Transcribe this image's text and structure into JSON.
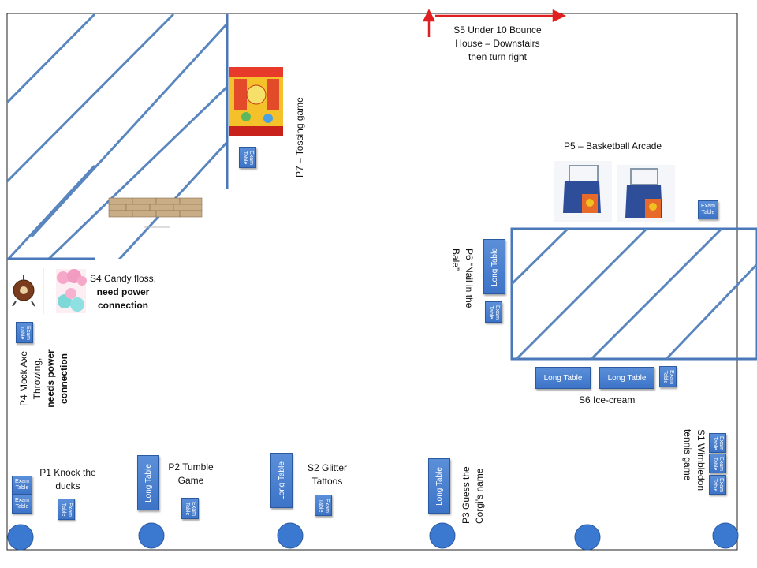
{
  "colors": {
    "wall": "#4a78b8",
    "hatch": "#5a86c0",
    "table": "#4a80d0",
    "pillar": "#3b78d0",
    "arrow": "#e02020",
    "border": "#222222"
  },
  "stalls": {
    "s5": {
      "line1": "S5 Under 10 Bounce",
      "line2": "House – Downstairs",
      "line3": "then turn right"
    },
    "p7": {
      "label": "P7 – Tossing game"
    },
    "p5": {
      "label": "P5 – Basketball Arcade"
    },
    "s4": {
      "line1": "S4 Candy floss,",
      "line2": "need power",
      "line3": "connection"
    },
    "p6": {
      "line1": "P6 “Nail in the",
      "line2": "Bale”"
    },
    "p4": {
      "line1": "P4 Mock Axe",
      "line2": "Throwing,",
      "line3": "needs power",
      "line4": "connection"
    },
    "s6": {
      "label": "S6 Ice-cream"
    },
    "s1": {
      "line1": "S1 Wimbledon",
      "line2": "tennis game"
    },
    "p1": {
      "line1": "P1 Knock the",
      "line2": "ducks"
    },
    "p2": {
      "line1": "P2 Tumble",
      "line2": "Game"
    },
    "s2": {
      "line1": "S2 Glitter",
      "line2": "Tattoos"
    },
    "p3": {
      "line1": "P3 Guess the",
      "line2": "Corgi’s name"
    }
  },
  "tables": {
    "long": "Long Table",
    "exam_l1": "Exam",
    "exam_l2": "Table"
  },
  "icons": [
    "tossing-game-poster",
    "hay-bale-wall",
    "axe-target",
    "candy-floss",
    "basketball-arcade-machine"
  ]
}
